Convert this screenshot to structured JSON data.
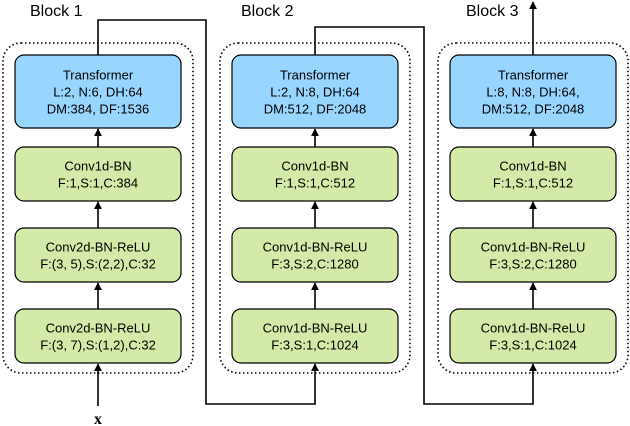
{
  "blocks": [
    {
      "title": "Block 1",
      "nodes": [
        {
          "lines": [
            "Transformer",
            "L:2, N:6, DH:64",
            "DM:384, DF:1536"
          ],
          "kind": "transformer"
        },
        {
          "lines": [
            "Conv1d-BN",
            "F:1,S:1,C:384"
          ],
          "kind": "conv"
        },
        {
          "lines": [
            "Conv2d-BN-ReLU",
            "F:(3, 5),S:(2,2),C:32"
          ],
          "kind": "conv"
        },
        {
          "lines": [
            "Conv2d-BN-ReLU",
            "F:(3, 7),S:(1,2),C:32"
          ],
          "kind": "conv"
        }
      ]
    },
    {
      "title": "Block 2",
      "nodes": [
        {
          "lines": [
            "Transformer",
            "L:2, N:8, DH:64",
            "DM:512, DF:2048"
          ],
          "kind": "transformer"
        },
        {
          "lines": [
            "Conv1d-BN",
            "F:1,S:1,C:512"
          ],
          "kind": "conv"
        },
        {
          "lines": [
            "Conv1d-BN-ReLU",
            "F:3,S:2,C:1280"
          ],
          "kind": "conv"
        },
        {
          "lines": [
            "Conv1d-BN-ReLU",
            "F:3,S:1,C:1024"
          ],
          "kind": "conv"
        }
      ]
    },
    {
      "title": "Block 3",
      "nodes": [
        {
          "lines": [
            "Transformer",
            "L:8, N:8, DH:64,",
            "DM:512, DF:2048"
          ],
          "kind": "transformer"
        },
        {
          "lines": [
            "Conv1d-BN",
            "F:1,S:1,C:512"
          ],
          "kind": "conv"
        },
        {
          "lines": [
            "Conv1d-BN-ReLU",
            "F:3,S:2,C:1280"
          ],
          "kind": "conv"
        },
        {
          "lines": [
            "Conv1d-BN-ReLU",
            "F:3,S:1,C:1024"
          ],
          "kind": "conv"
        }
      ]
    }
  ],
  "input_label": "x",
  "colors": {
    "transformer_fill": "#99d6ff",
    "conv_fill": "#d4eaa8",
    "stroke": "#000000"
  }
}
